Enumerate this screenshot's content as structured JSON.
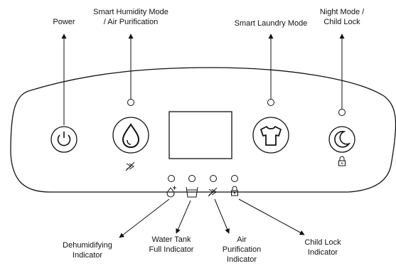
{
  "labels": {
    "power": [
      "Power"
    ],
    "smart_humidity": [
      "Smart Humidity Mode",
      "/ Air Purification"
    ],
    "smart_laundry": [
      "Smart Laundry Mode"
    ],
    "night_mode": [
      "Night Mode /",
      "Child Lock"
    ],
    "dehumidifying": [
      "Dehumidifying",
      "Indicator"
    ],
    "water_tank": [
      "Water Tank",
      "Full Indicator"
    ],
    "air_purification": [
      "Air",
      "Purification",
      "Indicator"
    ],
    "child_lock": [
      "Child Lock",
      "Indicator"
    ]
  },
  "icons": {
    "power_button": "power-icon",
    "humidity_button": "water-drop-icon",
    "laundry_button": "shirt-icon",
    "night_button": "moon-icon",
    "air_sub": "air-purification-icon",
    "lock_sub": "padlock-icon",
    "dehumidifying_indicator": "dehumidify-icon",
    "water_tank_indicator": "water-tank-icon",
    "air_indicator": "air-purification-icon",
    "child_lock_indicator": "padlock-icon"
  }
}
